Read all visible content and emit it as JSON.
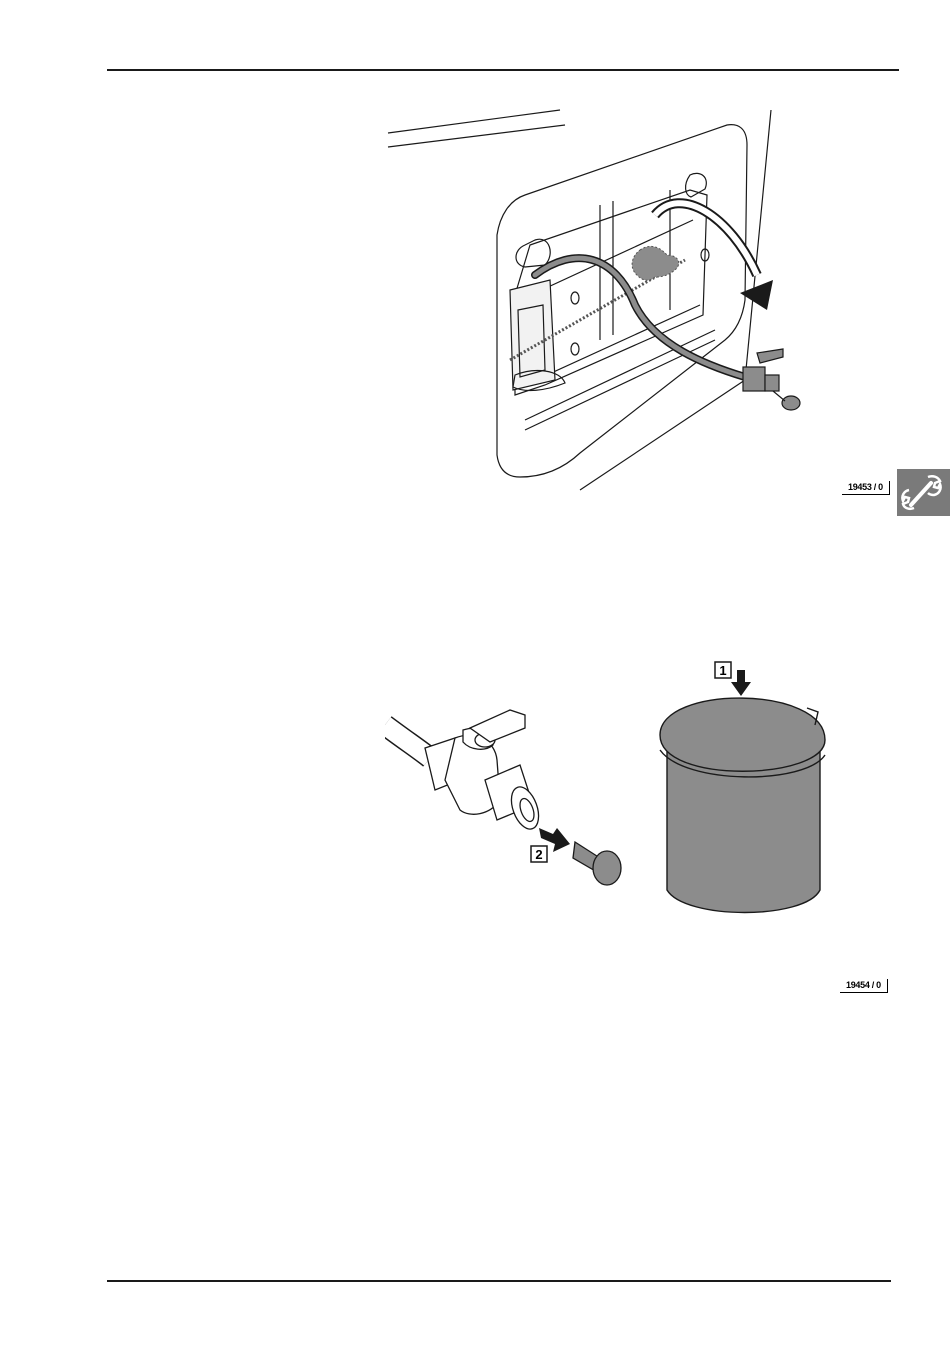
{
  "figures": [
    {
      "ref": "19453 / 0"
    },
    {
      "ref": "19454 / 0",
      "callouts": [
        "1",
        "2"
      ]
    }
  ],
  "section_tab": {
    "icon": "wrench-icon"
  },
  "colors": {
    "tab": "#7a7a7a",
    "fill_gray": "#8c8c8c",
    "line": "#1a1a1a"
  }
}
